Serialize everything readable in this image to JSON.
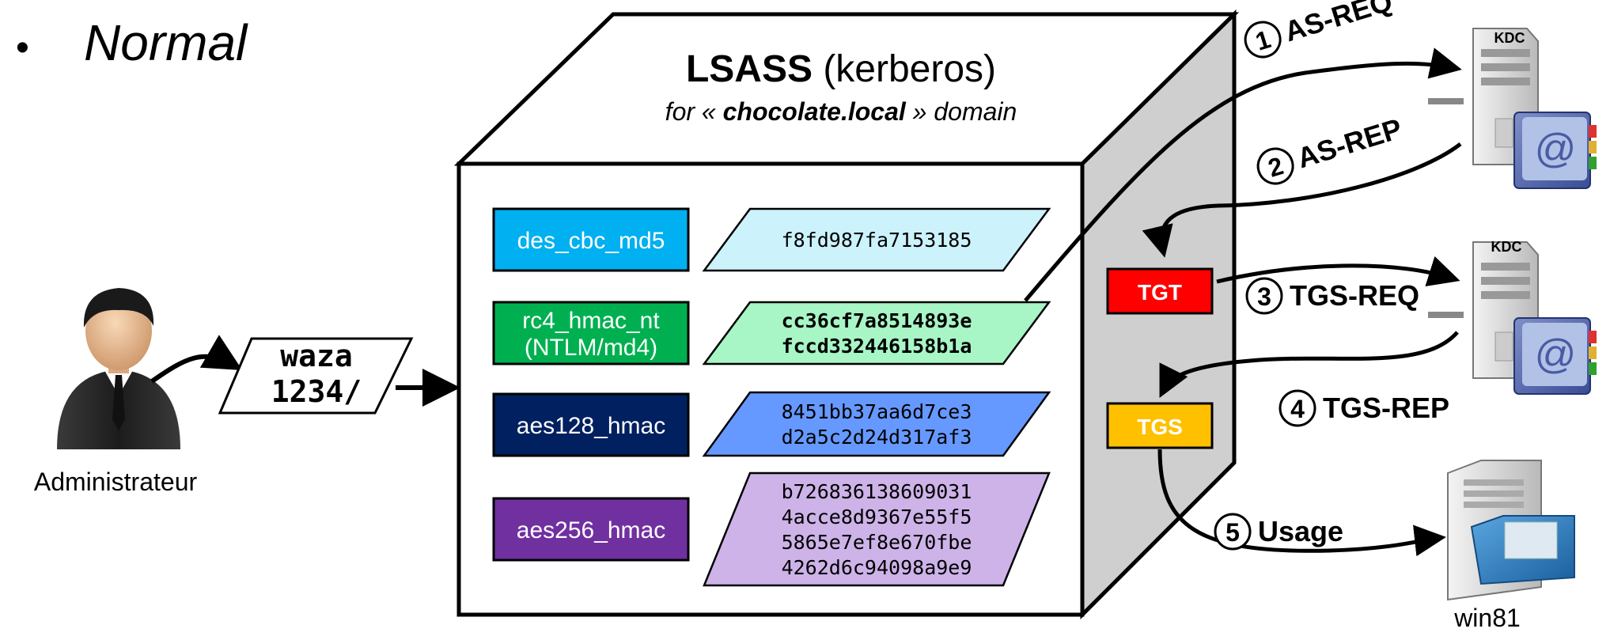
{
  "bullet": "•",
  "heading": "Normal",
  "lsass": {
    "title_bold": "LSASS",
    "title_rest": " (kerberos)",
    "subtitle_prefix": "for « ",
    "subtitle_domain": "chocolate.local",
    "subtitle_suffix": " » domain"
  },
  "user": {
    "label": "Administrateur",
    "password_line1": "waza",
    "password_line2": "1234/"
  },
  "keys": [
    {
      "name_lines": [
        "des_cbc_md5"
      ],
      "color": "#00b0f0",
      "text_color": "#ffffff",
      "hash_lines": [
        "f8fd987fa7153185"
      ],
      "hash_fill": "#ccf2fc",
      "hash_bold": false
    },
    {
      "name_lines": [
        "rc4_hmac_nt",
        "(NTLM/md4)"
      ],
      "color": "#00b050",
      "text_color": "#ffffff",
      "hash_lines": [
        "cc36cf7a8514893e",
        "fccd332446158b1a"
      ],
      "hash_fill": "#a8f5c6",
      "hash_bold": true
    },
    {
      "name_lines": [
        "aes128_hmac"
      ],
      "color": "#002060",
      "text_color": "#ffffff",
      "hash_lines": [
        "8451bb37aa6d7ce3",
        "d2a5c2d24d317af3"
      ],
      "hash_fill": "#6699ff",
      "hash_bold": false
    },
    {
      "name_lines": [
        "aes256_hmac"
      ],
      "color": "#7030a0",
      "text_color": "#ffffff",
      "hash_lines": [
        "b726836138609031",
        "4acce8d9367e55f5",
        "5865e7ef8e670fbe",
        "4262d6c94098a9e9"
      ],
      "hash_fill": "#cdb3e8",
      "hash_bold": false
    }
  ],
  "tickets": {
    "tgt": {
      "label": "TGT",
      "color": "#ff0000",
      "text_color": "#ffffff"
    },
    "tgs": {
      "label": "TGS",
      "color": "#ffc000",
      "text_color": "#ffffff"
    }
  },
  "servers": {
    "kdc_label": "KDC",
    "kdc_top_label": "KDC",
    "kdc_bottom_label": "KDC",
    "client_label": "win81"
  },
  "steps": [
    {
      "num": "1",
      "label": "AS-REQ"
    },
    {
      "num": "2",
      "label": "AS-REP"
    },
    {
      "num": "3",
      "label": "TGS-REQ"
    },
    {
      "num": "4",
      "label": "TGS-REP"
    },
    {
      "num": "5",
      "label": "Usage"
    }
  ],
  "icons": {
    "user": "businessman-avatar-icon",
    "kdc": "server-with-address-book-icon",
    "client": "server-with-folder-icon"
  }
}
